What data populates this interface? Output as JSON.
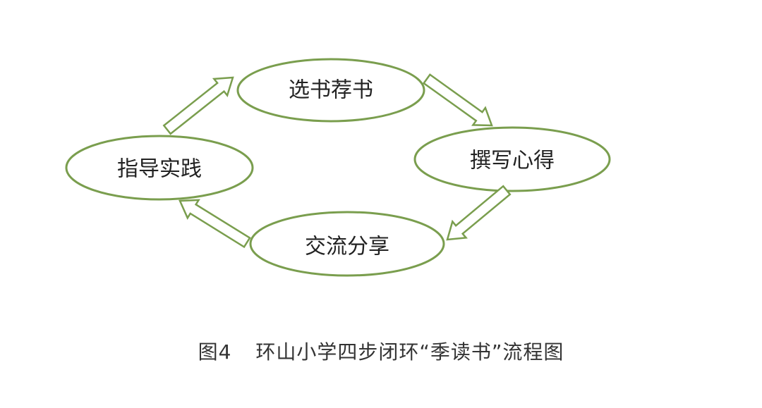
{
  "colors": {
    "accent": "#7a9e4e",
    "arrow_fill": "#ffffff",
    "text": "#222222",
    "caption_text": "#333333"
  },
  "nodes": {
    "select_books": "选书荐书",
    "write_notes": "撰写心得",
    "share": "交流分享",
    "practice": "指导实践"
  },
  "caption": {
    "figure_number": "图4",
    "title": "环山小学四步闭环“季读书”流程图"
  }
}
